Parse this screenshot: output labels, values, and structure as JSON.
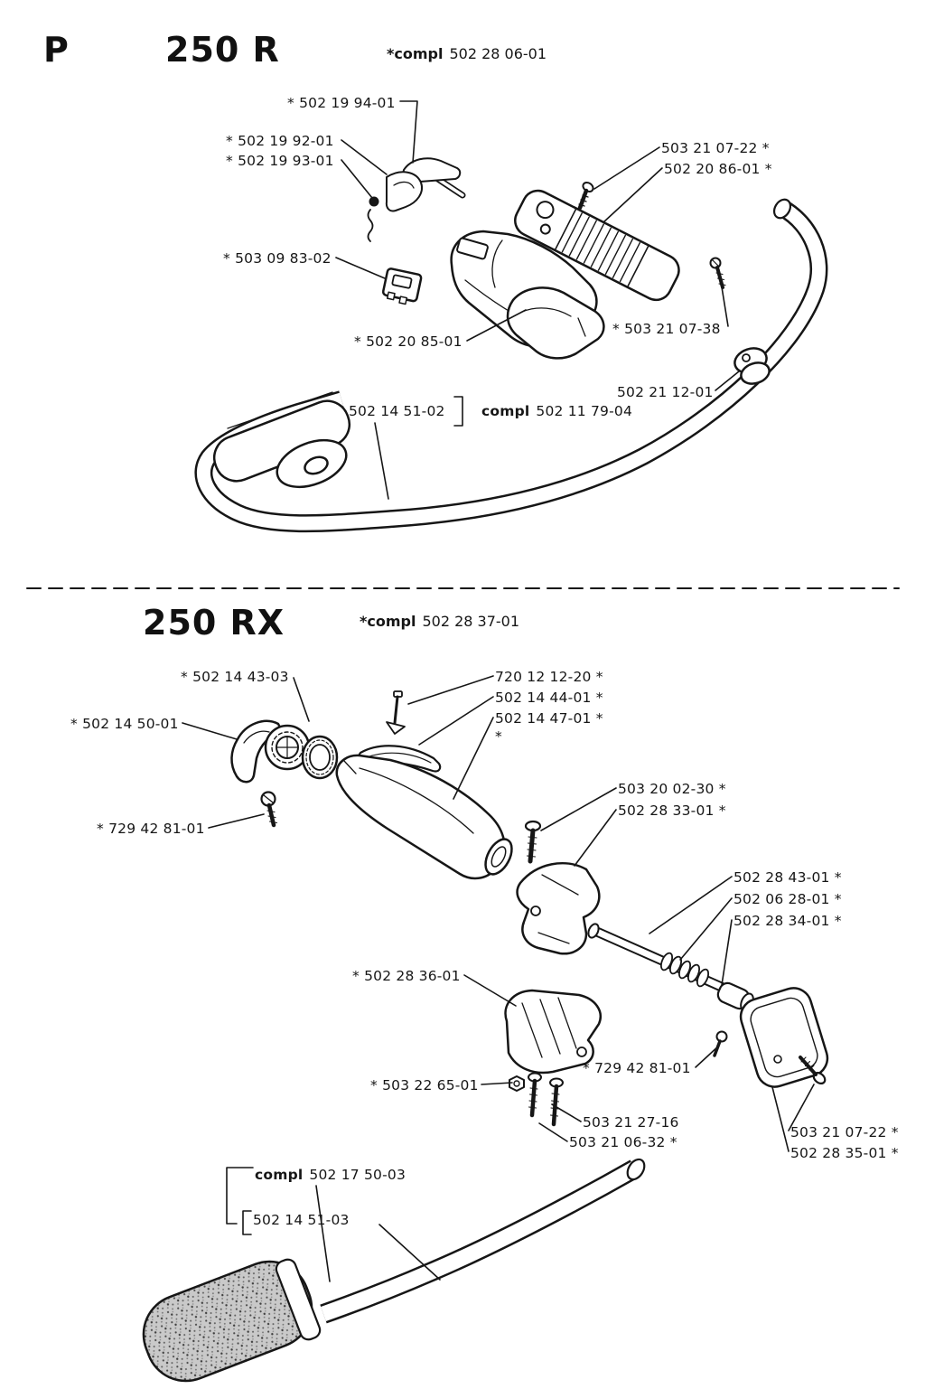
{
  "page": {
    "corner_letter": "P",
    "colors": {
      "paper": "#ffffff",
      "ink": "#161616",
      "grip_gray": "#c9c9c9"
    }
  },
  "sections": [
    {
      "model": "250 R",
      "compl_prefix": "*compl",
      "compl_number": "502 28 06-01",
      "labels": [
        {
          "text": "* 502 19 94-01"
        },
        {
          "text": "* 502 19 92-01"
        },
        {
          "text": "* 502 19 93-01"
        },
        {
          "text": "503 21 07-22 *"
        },
        {
          "text": "502 20 86-01 *"
        },
        {
          "text": "* 503 09 83-02"
        },
        {
          "text": "* 503 21 07-38"
        },
        {
          "text": "* 502 20 85-01"
        },
        {
          "text": "502 21 12-01"
        },
        {
          "text": "502 14 51-02"
        },
        {
          "prefix": "compl",
          "text": "502 11 79-04"
        }
      ]
    },
    {
      "model": "250 RX",
      "compl_prefix": "*compl",
      "compl_number": "502 28 37-01",
      "labels": [
        {
          "text": "* 502 14 43-03"
        },
        {
          "text": "720 12 12-20 *"
        },
        {
          "text": "502 14 44-01 *"
        },
        {
          "text": "502 14 47-01 *"
        },
        {
          "text": "*"
        },
        {
          "text": "* 502 14 50-01"
        },
        {
          "text": "* 729 42 81-01"
        },
        {
          "text": "503 20 02-30 *"
        },
        {
          "text": "502 28 33-01 *"
        },
        {
          "text": "502 28 43-01 *"
        },
        {
          "text": "502 06 28-01 *"
        },
        {
          "text": "502 28 34-01 *"
        },
        {
          "text": "* 502 28 36-01"
        },
        {
          "text": "* 729 42 81-01"
        },
        {
          "text": "* 503 22 65-01"
        },
        {
          "text": "503 21 27-16"
        },
        {
          "text": "503 21 06-32 *"
        },
        {
          "text": "503 21 07-22 *"
        },
        {
          "text": "502 28 35-01 *"
        },
        {
          "prefix": "compl",
          "text": "502 17 50-03"
        },
        {
          "text": "502 14 51-03"
        }
      ]
    }
  ]
}
